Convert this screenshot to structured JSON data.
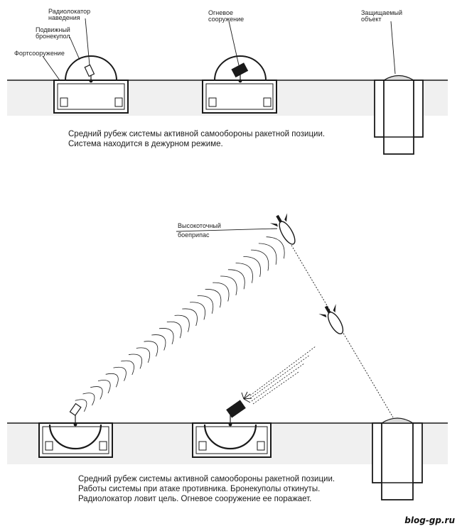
{
  "labels": {
    "radar": [
      "Радиолокатор",
      "наведения"
    ],
    "dome": [
      "Подвижный",
      "бронекупол"
    ],
    "fort": "Фортсооружение",
    "fire": [
      "Огневое",
      "сооружение"
    ],
    "protected": [
      "Защищаемый",
      "объект"
    ],
    "munition": [
      "Высокоточный",
      "боеприпас"
    ]
  },
  "captions": {
    "top": [
      "Средний рубеж системы активной самообороны ракетной позиции.",
      "Система находится в дежурном режиме."
    ],
    "bottom": [
      "Средний рубеж системы активной самообороны ракетной позиции.",
      "Работы системы при атаке противника. Бронекуполы откинуты.",
      "Радиолокатор ловит цель. Огневое сооружение ее поражает."
    ]
  },
  "watermark": "blog-gp.ru",
  "colors": {
    "ground_fill": "#f2f2f2",
    "ink": "#1a1a1a",
    "shaft_fill": "#ffffff"
  }
}
